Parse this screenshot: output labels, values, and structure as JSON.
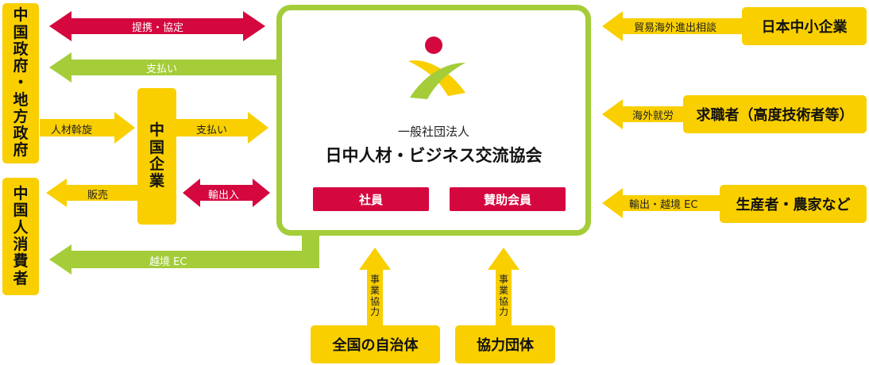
{
  "left": {
    "government": [
      "中",
      "国",
      "政",
      "府",
      "・",
      "地",
      "方",
      "政",
      "府"
    ],
    "consumers": [
      "中",
      "国",
      "人",
      "消",
      "費",
      "者"
    ]
  },
  "middle": {
    "chinese_company": [
      "中",
      "国",
      "企",
      "業"
    ]
  },
  "center": {
    "org_type": "一般社団法人",
    "org_name": "日中人材・ビジネス交流協会",
    "member_button": "社員",
    "supporter_button": "賛助会員"
  },
  "right": {
    "sme": "日本中小企業",
    "job_seekers": "求職者（高度技術者等）",
    "producers": "生産者・農家など"
  },
  "bottom": {
    "municipalities": "全国の自治体",
    "cooperating_orgs": "協力団体"
  },
  "arrows": {
    "partnership": "提携・協定",
    "payment_gov": "支払い",
    "recruitment": "人材斡旋",
    "payment_company": "支払い",
    "import_export": "輸出入",
    "sales": "販売",
    "cross_border_ec": "越境 EC",
    "trade_consult": "貿易海外進出相談",
    "overseas_job": "海外就労",
    "export_ec": "輸出・越境 EC",
    "cooperation_left": [
      "事",
      "業",
      "協",
      "力"
    ],
    "cooperation_right": [
      "事",
      "業",
      "協",
      "力"
    ]
  },
  "colors": {
    "yellow": "#f9cf00",
    "green": "#a4cd39",
    "red": "#d4073f"
  }
}
